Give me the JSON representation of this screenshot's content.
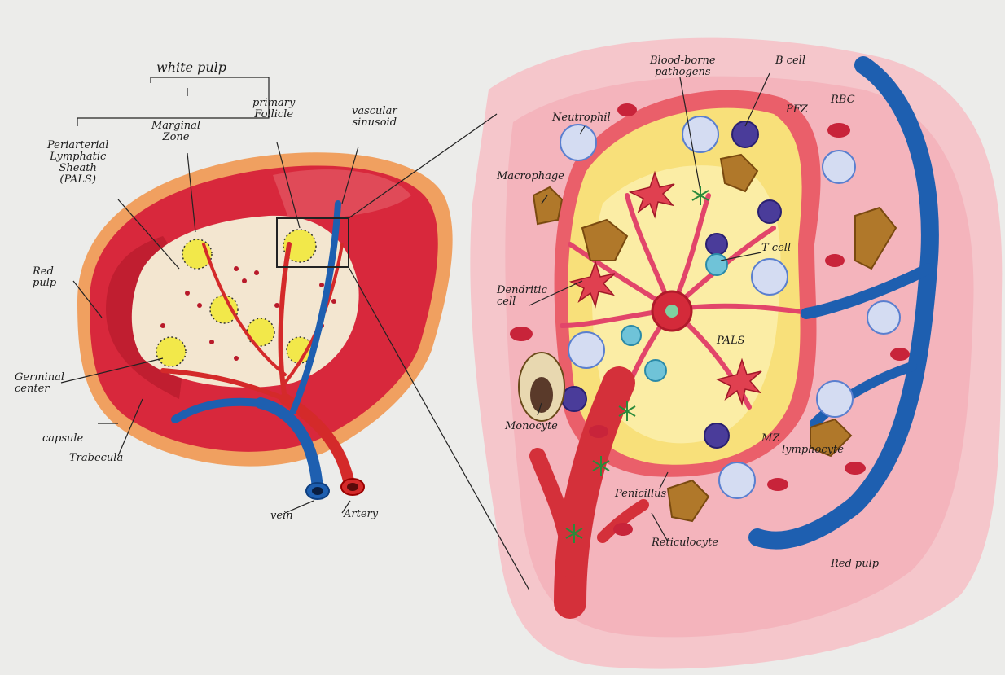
{
  "palette": {
    "paper": "#ececea",
    "capsule": "#f0a060",
    "red_pulp": "#d8283c",
    "red_pulp_light": "#f07880",
    "white_pulp": "#f3e6d0",
    "follicle": "#f2e84a",
    "artery": "#d42a2a",
    "vein": "#1e5fb0",
    "pink_wash": "#f6c2c8",
    "pals_yellow": "#f8e07a"
  },
  "labels": {
    "white_pulp": "white pulp",
    "marginal_zone": "Marginal\nZone",
    "primary_follicle": "primary\nFollicle",
    "vascular_sinusoid": "vascular\nsinusoid",
    "pals": "Periarterial\nLymphatic\nSheath\n(PALS)",
    "red_pulp": "Red\npulp",
    "germinal_center": "Germinal\ncenter",
    "capsule": "capsule",
    "trabecula": "Trabecula",
    "vein": "vein",
    "artery": "Artery",
    "neutrophil": "Neutrophil",
    "blood_borne_pathogens": "Blood-borne\npathogens",
    "b_cell": "B cell",
    "rbc": "RBC",
    "pfz": "PFZ",
    "macrophage": "Macrophage",
    "t_cell": "T cell",
    "dendritic_cell": "Dendritic\ncell",
    "pals_short": "PALS",
    "mz": "MZ",
    "monocyte": "Monocyte",
    "lymphocyte": "lymphocyte",
    "penicillus": "Penicillus",
    "reticulocyte": "Reticulocyte",
    "red_pulp_2": "Red pulp"
  }
}
